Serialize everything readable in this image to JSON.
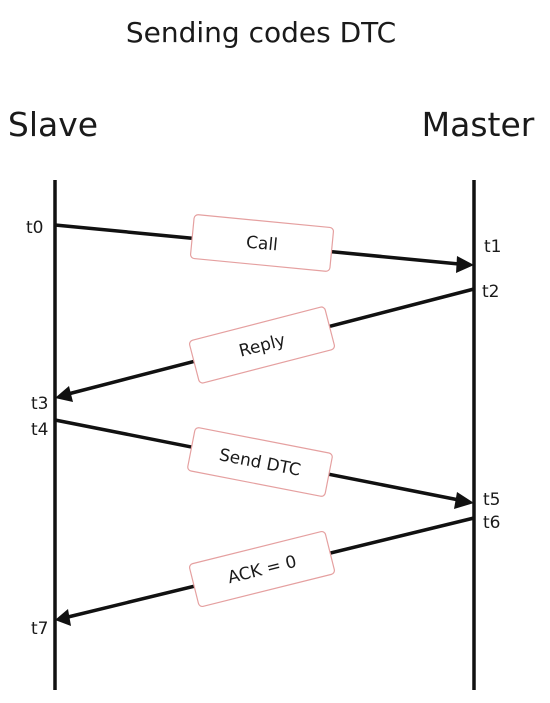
{
  "title": "Sending codes DTC",
  "actors": {
    "slave": "Slave",
    "master": "Master"
  },
  "times": [
    "t0",
    "t1",
    "t2",
    "t3",
    "t4",
    "t5",
    "t6",
    "t7"
  ],
  "messages": [
    {
      "label": "Call",
      "from": "slave",
      "to": "master",
      "start": "t0",
      "end": "t1"
    },
    {
      "label": "Reply",
      "from": "master",
      "to": "slave",
      "start": "t2",
      "end": "t3"
    },
    {
      "label": "Send DTC",
      "from": "slave",
      "to": "master",
      "start": "t4",
      "end": "t5"
    },
    {
      "label": "ACK = 0",
      "from": "master",
      "to": "slave",
      "start": "t6",
      "end": "t7"
    }
  ],
  "colors": {
    "line": "#111111",
    "label_border": "#e5a0a0",
    "text": "#1a1a1a"
  }
}
